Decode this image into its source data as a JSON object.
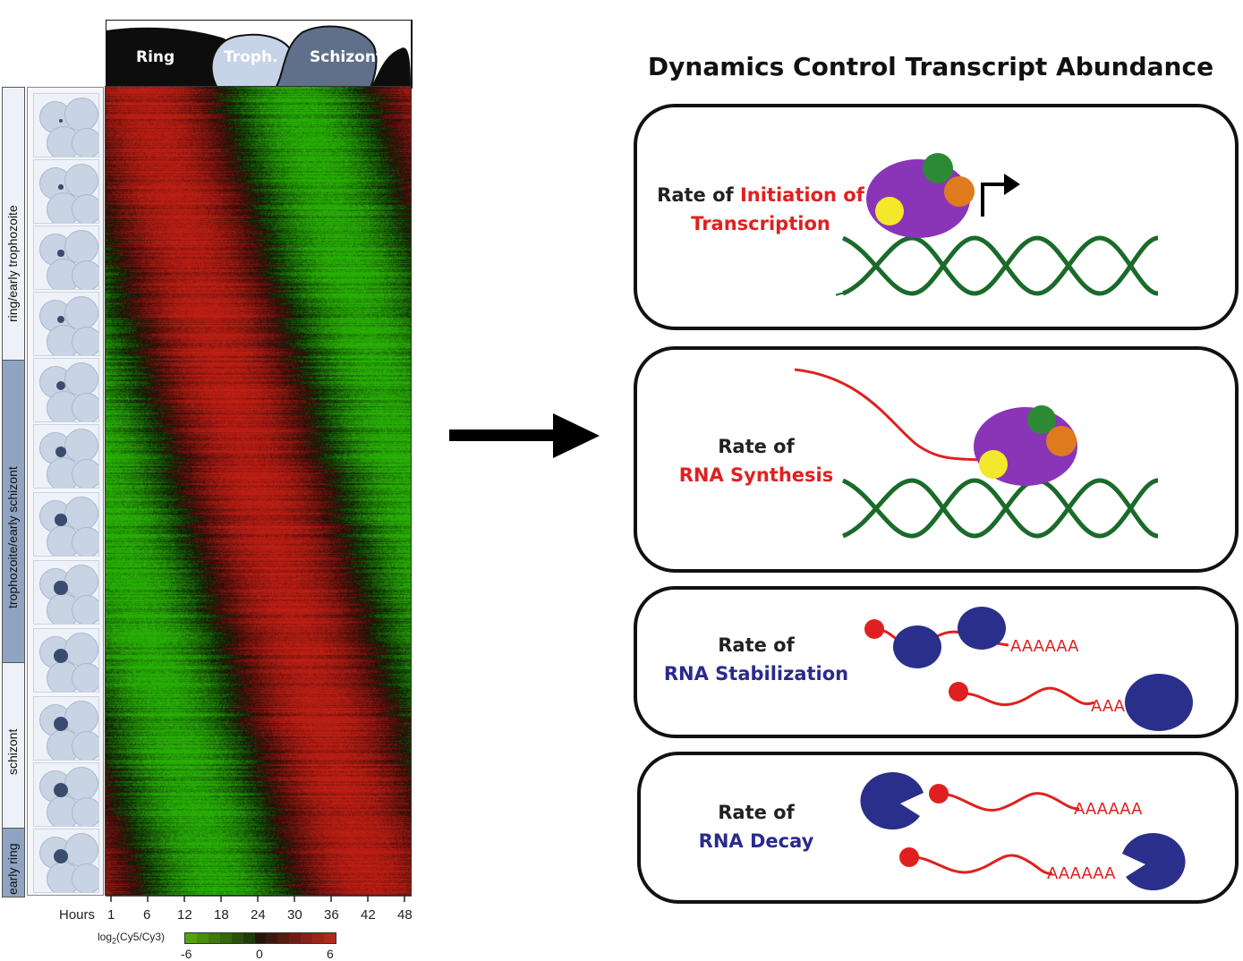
{
  "heatmap": {
    "stages": [
      "Ring",
      "Troph.",
      "Schizont"
    ],
    "side_labels": [
      "ring/early trophozoite",
      "trophozoite/early schizont",
      "schizont",
      "early ring"
    ],
    "x_axis": {
      "label": "Hours",
      "ticks": [
        "1",
        "6",
        "12",
        "18",
        "24",
        "30",
        "36",
        "42",
        "48"
      ]
    },
    "colorbar": {
      "label_main": "log",
      "label_sub": "2",
      "label_rest": "(Cy5/Cy3)",
      "min": "-6",
      "mid": "0",
      "max": "6",
      "low_color": "#4fa31c",
      "mid_color": "#000000",
      "high_color": "#b5281c"
    }
  },
  "title": "Dynamics Control Transcript Abundance",
  "panels": [
    {
      "line1_a": "Rate of ",
      "line1_b": "Initiation of",
      "line2": "Transcription"
    },
    {
      "line1": "Rate of",
      "line2": "RNA Synthesis"
    },
    {
      "line1": "Rate of",
      "line2": "RNA Stabilization",
      "poly_a_1": "AAAAAA",
      "poly_a_2": "AAA"
    },
    {
      "line1": "Rate of",
      "line2": "RNA Decay",
      "poly_a_1": "AAAAAA",
      "poly_a_2": "AAAAAA"
    }
  ],
  "colors": {
    "dna": "#1a6b2a",
    "polymerase": "#8a35b8",
    "rna": "#e02020",
    "protein": "#2a2f8c",
    "highlight_red": "#e02020",
    "highlight_blue": "#2a2a8c"
  }
}
